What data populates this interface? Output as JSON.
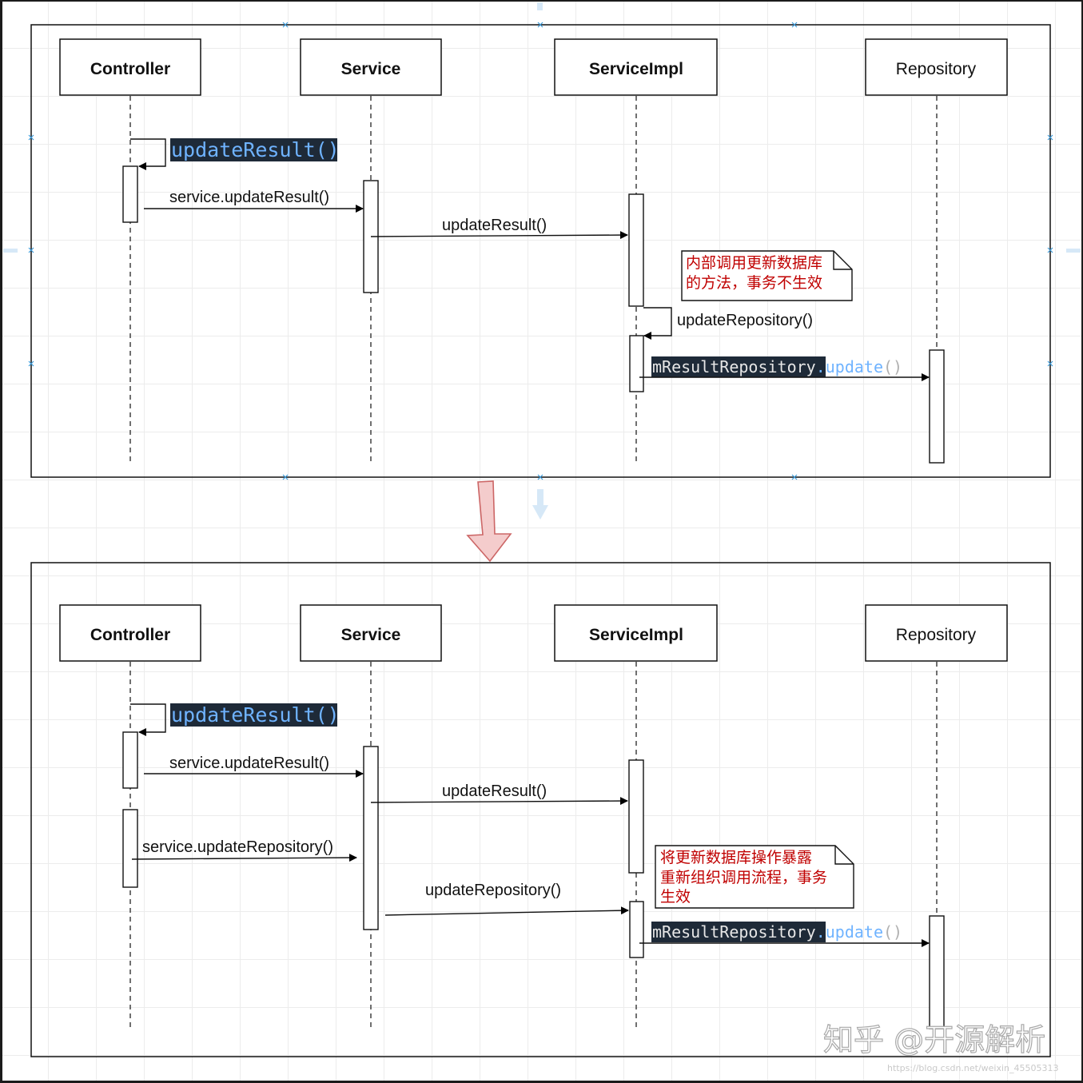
{
  "participants": [
    "Controller",
    "Service",
    "ServiceImpl",
    "Repository"
  ],
  "top": {
    "self_call_label": "updateResult()",
    "msg_controller_service": "service.updateResult()",
    "msg_service_impl": "updateResult()",
    "note_line1": "内部调用更新数据库",
    "note_line2": "的方法，事务不生效",
    "self_call_impl": "updateRepository()",
    "repo_call_obj": "mResultRepository",
    "repo_call_method": ".update",
    "repo_call_parens": "()"
  },
  "bottom": {
    "self_call_label": "updateResult()",
    "msg_controller_service": "service.updateResult()",
    "msg_service_impl": "updateResult()",
    "msg_controller_service_2": "service.updateRepository()",
    "msg_service_impl_2": "updateRepository()",
    "note_line1": "将更新数据库操作暴露",
    "note_line2": "重新组织调用流程，事务",
    "note_line3": "生效",
    "repo_call_obj": "mResultRepository",
    "repo_call_method": ".update",
    "repo_call_parens": "()"
  },
  "watermark": "知乎 @开源解析",
  "watermark_url": "https://blog.csdn.net/weixin_45505313",
  "colors": {
    "code_bg": "#1e2a38",
    "code_text": "#6fb3ff",
    "note_text": "#c00000",
    "arrow_fill": "#f4cccc",
    "arrow_stroke": "#cc6666"
  }
}
